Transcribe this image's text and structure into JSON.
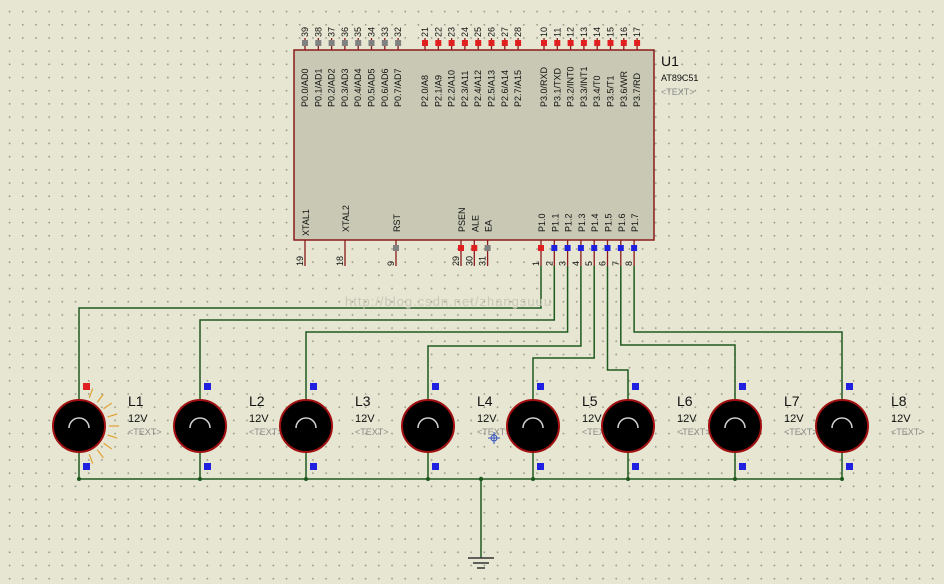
{
  "chip": {
    "ref": "U1",
    "part": "AT89C51",
    "text": "<TEXT>",
    "p0": [
      {
        "num": "39",
        "name": "P0.0/AD0"
      },
      {
        "num": "38",
        "name": "P0.1/AD1"
      },
      {
        "num": "37",
        "name": "P0.2/AD2"
      },
      {
        "num": "36",
        "name": "P0.3/AD3"
      },
      {
        "num": "35",
        "name": "P0.4/AD4"
      },
      {
        "num": "34",
        "name": "P0.5/AD5"
      },
      {
        "num": "33",
        "name": "P0.6/AD6"
      },
      {
        "num": "32",
        "name": "P0.7/AD7"
      }
    ],
    "p2": [
      {
        "num": "21",
        "name": "P2.0/A8"
      },
      {
        "num": "22",
        "name": "P2.1/A9"
      },
      {
        "num": "23",
        "name": "P2.2/A10"
      },
      {
        "num": "24",
        "name": "P2.3/A11"
      },
      {
        "num": "25",
        "name": "P2.4/A12"
      },
      {
        "num": "26",
        "name": "P2.5/A13"
      },
      {
        "num": "27",
        "name": "P2.6/A14"
      },
      {
        "num": "28",
        "name": "P2.7/A15"
      }
    ],
    "p3": [
      {
        "num": "10",
        "name": "P3.0/RXD"
      },
      {
        "num": "11",
        "name": "P3.1/TXD"
      },
      {
        "num": "12",
        "name": "P3.2/INT0"
      },
      {
        "num": "13",
        "name": "P3.3/INT1"
      },
      {
        "num": "14",
        "name": "P3.4/T0"
      },
      {
        "num": "15",
        "name": "P3.5/T1"
      },
      {
        "num": "16",
        "name": "P3.6/WR"
      },
      {
        "num": "17",
        "name": "P3.7/RD"
      }
    ],
    "bottom_left": [
      {
        "num": "19",
        "name": "XTAL1"
      },
      {
        "num": "18",
        "name": "XTAL2"
      },
      {
        "num": "9",
        "name": "RST"
      }
    ],
    "bottom_mid": [
      {
        "num": "29",
        "name": "PSEN"
      },
      {
        "num": "30",
        "name": "ALE"
      },
      {
        "num": "31",
        "name": "EA"
      }
    ],
    "p1": [
      {
        "num": "1",
        "name": "P1.0"
      },
      {
        "num": "2",
        "name": "P1.1"
      },
      {
        "num": "3",
        "name": "P1.2"
      },
      {
        "num": "4",
        "name": "P1.3"
      },
      {
        "num": "5",
        "name": "P1.4"
      },
      {
        "num": "6",
        "name": "P1.5"
      },
      {
        "num": "7",
        "name": "P1.6"
      },
      {
        "num": "8",
        "name": "P1.7"
      }
    ]
  },
  "lamps": [
    {
      "ref": "L1",
      "value": "12V",
      "text": "<TEXT>",
      "lit": true
    },
    {
      "ref": "L2",
      "value": "12V",
      "text": "<TEXT>",
      "lit": false
    },
    {
      "ref": "L3",
      "value": "12V",
      "text": "<TEXT>",
      "lit": false
    },
    {
      "ref": "L4",
      "value": "12V",
      "text": "<TEXT>",
      "lit": false
    },
    {
      "ref": "L5",
      "value": "12V",
      "text": "<TEXT>",
      "lit": false
    },
    {
      "ref": "L6",
      "value": "12V",
      "text": "<TEXT>",
      "lit": false
    },
    {
      "ref": "L7",
      "value": "12V",
      "text": "<TEXT>",
      "lit": false
    },
    {
      "ref": "L8",
      "value": "12V",
      "text": "<TEXT>",
      "lit": false
    }
  ],
  "watermark": "http://blog.csdn.net/zhangsuuu",
  "colors": {
    "background": "#e6e6d2",
    "chip_fill": "#c8c8b4",
    "chip_border": "#8b1a1a",
    "wire": "#1e5a1e",
    "pin_high": "#e02020",
    "pin_low": "#2020e0",
    "pin_unconnected": "#808080",
    "lamp_body": "#000000",
    "lamp_ring": "#a01010",
    "glow": "#e0a030"
  }
}
